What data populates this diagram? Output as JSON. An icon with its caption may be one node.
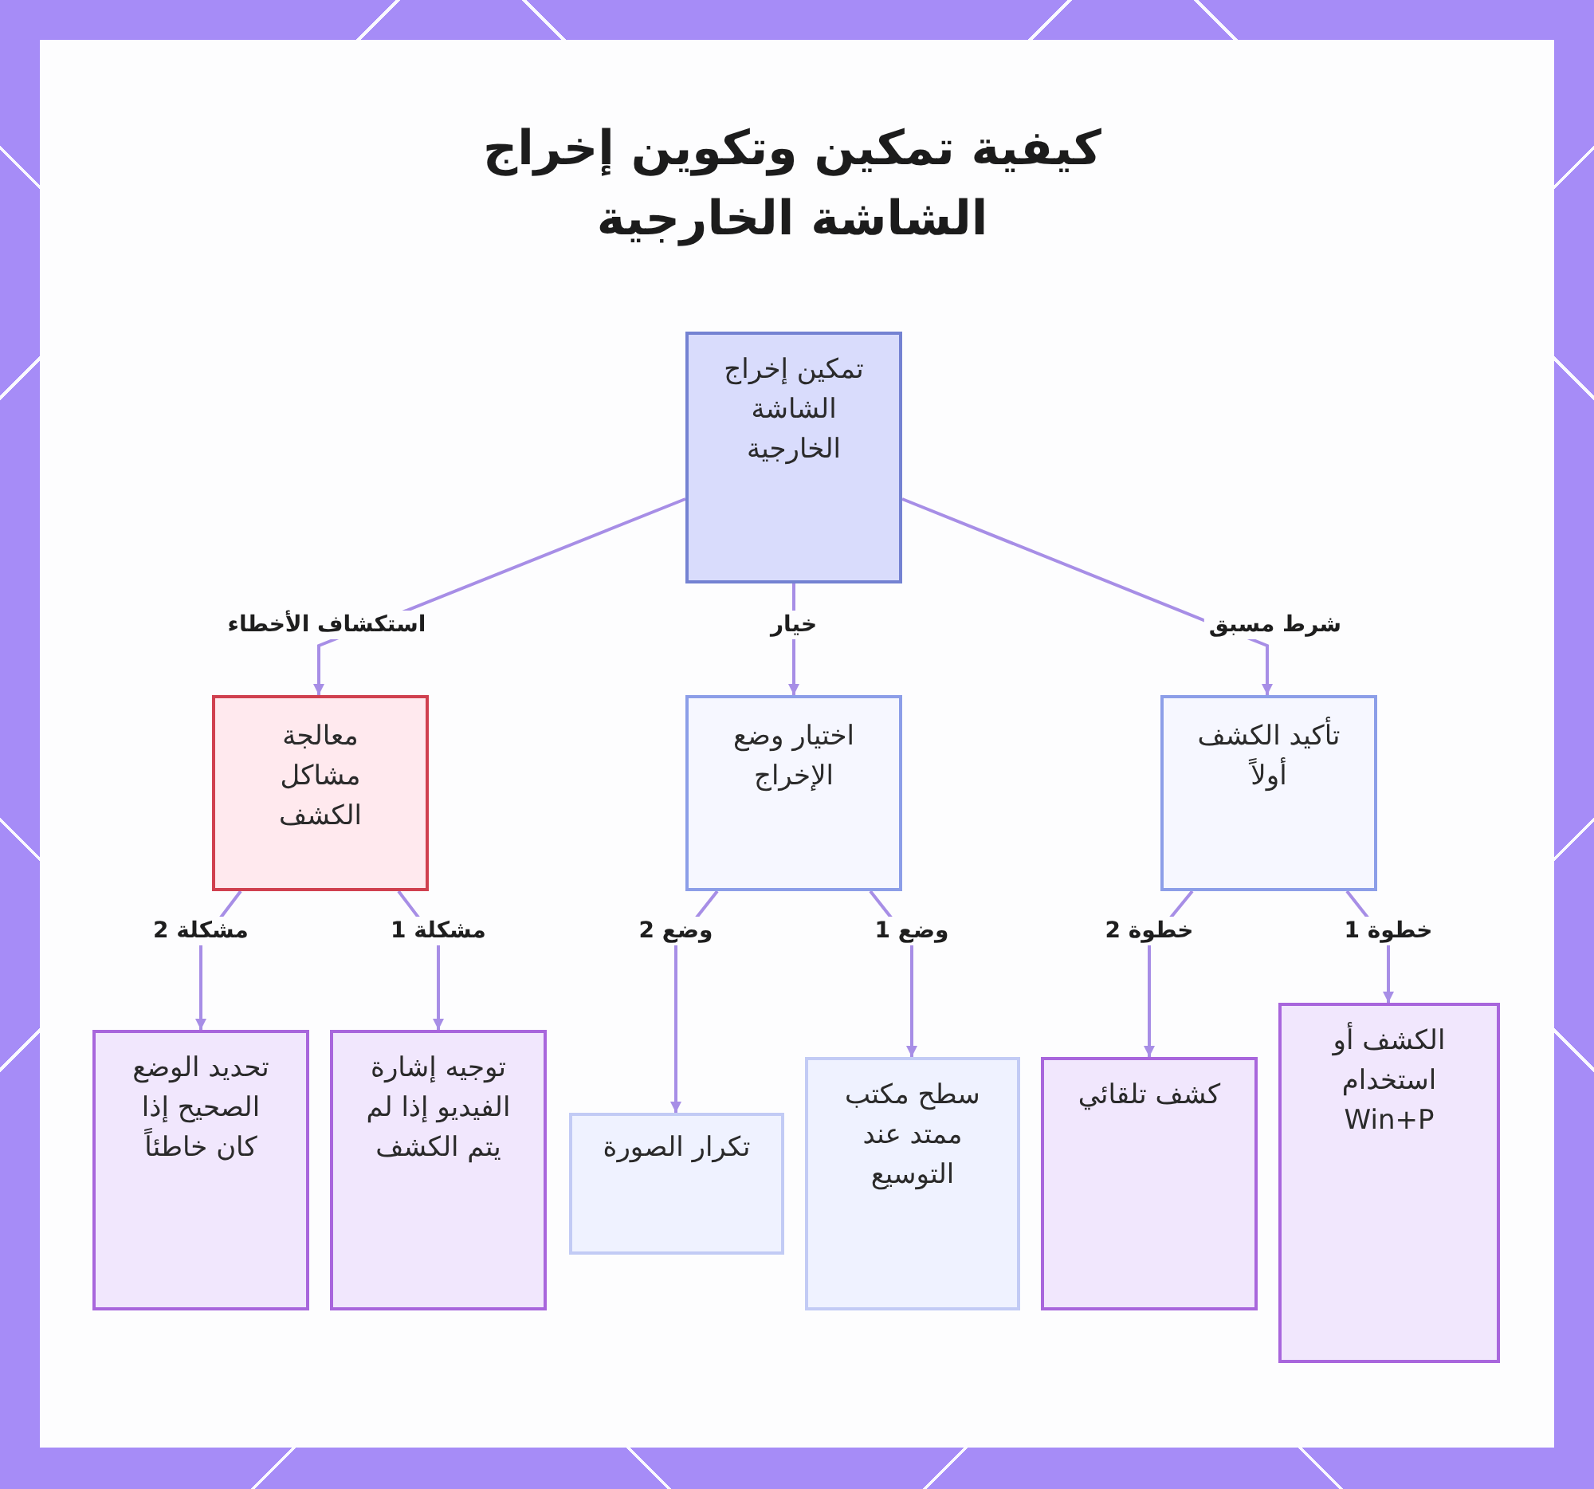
{
  "diagram": {
    "title": "كيفية تمكين وتكوين إخراج الشاشة الخارجية",
    "nodes": [
      {
        "text": [
          "تمكين إخراج الشاشة الخارجية"
        ]
      },
      {
        "text": [
          "تأكيد الكشف أولاً"
        ]
      },
      {
        "text": [
          "اختيار وضع الإخراج"
        ]
      },
      {
        "text": [
          "معالجة مشاكل الكشف"
        ]
      },
      {
        "text": [
          "الكشف أو استخدام Win+P"
        ]
      },
      {
        "text": [
          "كشف تلقائي"
        ]
      },
      {
        "text": [
          "سطح مكتب ممتد عند التوسيع"
        ]
      },
      {
        "text": [
          "تكرار الصورة"
        ]
      },
      {
        "text": [
          "توجيه إشارة الفيديو إذا لم يتم الكشف"
        ]
      },
      {
        "text": [
          "تحديد الوضع الصحيح إذا كان خاطئاً"
        ]
      }
    ],
    "edges": [
      {
        "from": 0,
        "to": 1,
        "arrow": "to",
        "label": "شرط مسبق"
      },
      {
        "from": 0,
        "to": 2,
        "arrow": "to",
        "label": "خيار"
      },
      {
        "from": 0,
        "to": 3,
        "arrow": "to",
        "label": "استكشاف الأخطاء"
      },
      {
        "from": 1,
        "to": 4,
        "arrow": "to",
        "label": "خطوة 1"
      },
      {
        "from": 1,
        "to": 5,
        "arrow": "to",
        "label": "خطوة 2"
      },
      {
        "from": 2,
        "to": 6,
        "arrow": "to",
        "label": "وضع 1"
      },
      {
        "from": 2,
        "to": 7,
        "arrow": "to",
        "label": "وضع 2"
      },
      {
        "from": 3,
        "to": 8,
        "arrow": "to",
        "label": "مشكلة 1"
      },
      {
        "from": 3,
        "to": 9,
        "arrow": "to",
        "label": "مشكلة 2"
      }
    ]
  }
}
